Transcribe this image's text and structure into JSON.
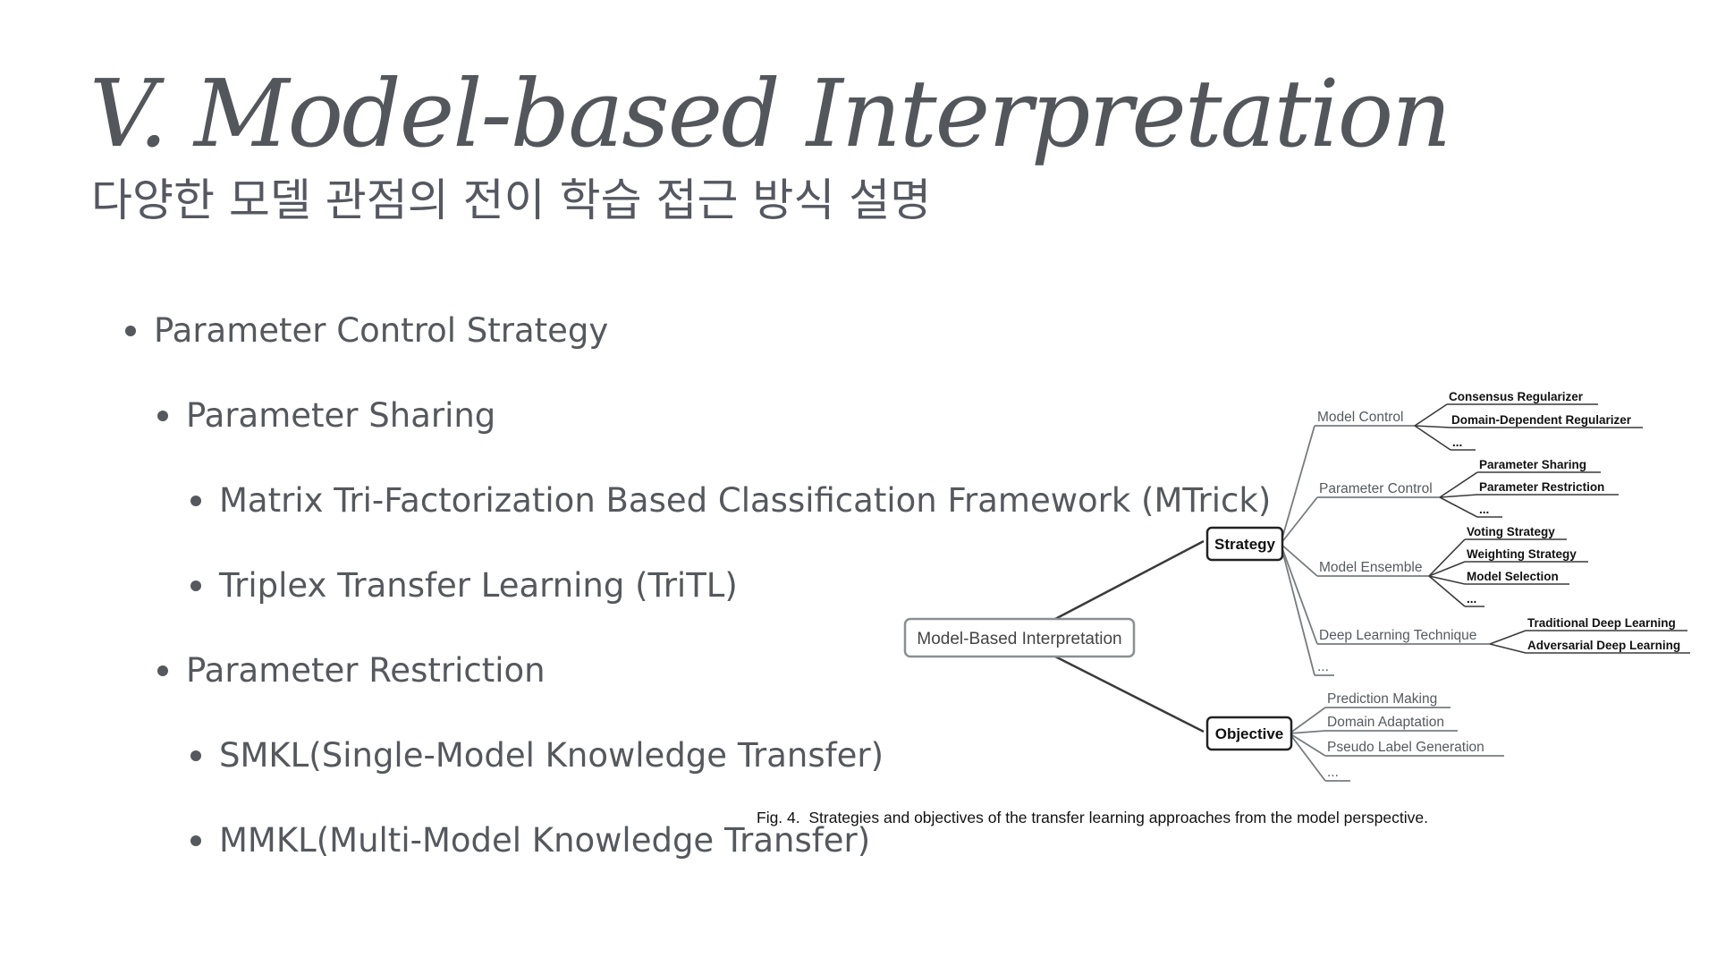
{
  "slide": {
    "title": "V. Model-based Interpretation",
    "subtitle": "다양한 모델 관점의 전이 학습 접근 방식 설명"
  },
  "bullets": [
    {
      "level": 1,
      "text": "Parameter Control Strategy"
    },
    {
      "level": 2,
      "text": "Parameter Sharing"
    },
    {
      "level": 3,
      "text": "Matrix Tri-Factorization Based Classification Framework (MTrick)"
    },
    {
      "level": 3,
      "text": "Triplex Transfer Learning (TriTL)"
    },
    {
      "level": 2,
      "text": "Parameter Restriction"
    },
    {
      "level": 3,
      "text": "SMKL(Single-Model Knowledge Transfer)"
    },
    {
      "level": 3,
      "text": "MMKL(Multi-Model Knowledge Transfer)"
    }
  ],
  "figure": {
    "root": "Model-Based Interpretation",
    "strategy": {
      "label": "Strategy",
      "branches": [
        {
          "label": "Model Control",
          "leaves": [
            "Consensus Regularizer",
            "Domain-Dependent Regularizer",
            "..."
          ]
        },
        {
          "label": "Parameter Control",
          "leaves": [
            "Parameter Sharing",
            "Parameter Restriction",
            "..."
          ]
        },
        {
          "label": "Model Ensemble",
          "leaves": [
            "Voting Strategy",
            "Weighting Strategy",
            "Model Selection",
            "..."
          ]
        },
        {
          "label": "Deep Learning Technique",
          "leaves": [
            "Traditional Deep Learning",
            "Adversarial Deep Learning"
          ]
        },
        {
          "label": "...",
          "leaves": []
        }
      ]
    },
    "objective": {
      "label": "Objective",
      "leaves": [
        "Prediction Making",
        "Domain Adaptation",
        "Pseudo Label Generation",
        "..."
      ]
    },
    "caption": "Fig. 4.  Strategies and objectives of the transfer learning approaches from the model perspective."
  }
}
